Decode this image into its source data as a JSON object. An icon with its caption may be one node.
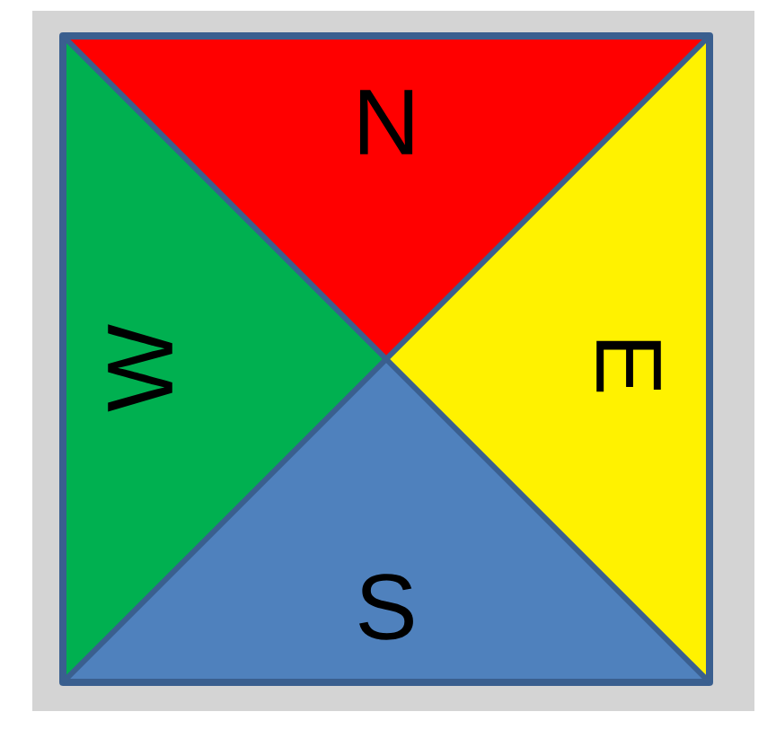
{
  "diagram": {
    "nodes": [
      {
        "text": [
          "N"
        ]
      },
      {
        "text": [
          "W"
        ]
      },
      {
        "text": [
          "E"
        ]
      },
      {
        "text": [
          "S"
        ]
      }
    ]
  }
}
